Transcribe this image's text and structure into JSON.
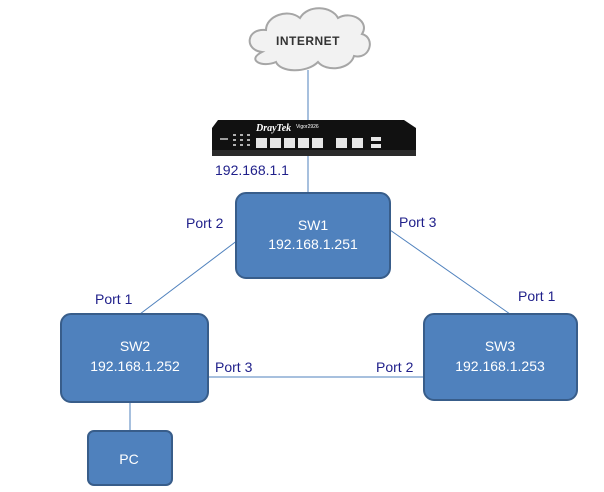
{
  "internet": {
    "label": "Internet"
  },
  "router": {
    "brand": "DrayTek",
    "model": "Vigor2926",
    "ip": "192.168.1.1"
  },
  "switches": [
    {
      "name": "SW1",
      "ip": "192.168.1.251"
    },
    {
      "name": "SW2",
      "ip": "192.168.1.252"
    },
    {
      "name": "SW3",
      "ip": "192.168.1.253"
    }
  ],
  "pc": {
    "name": "PC"
  },
  "ports": {
    "sw1_left": "Port 2",
    "sw1_right": "Port 3",
    "sw2_top": "Port 1",
    "sw2_right": "Port 3",
    "sw3_top": "Port 1",
    "sw3_left": "Port 2"
  },
  "colors": {
    "node_fill": "#4f81bd",
    "node_stroke": "#385d8a",
    "link": "#4f81bd",
    "label": "#1f1f8a"
  }
}
